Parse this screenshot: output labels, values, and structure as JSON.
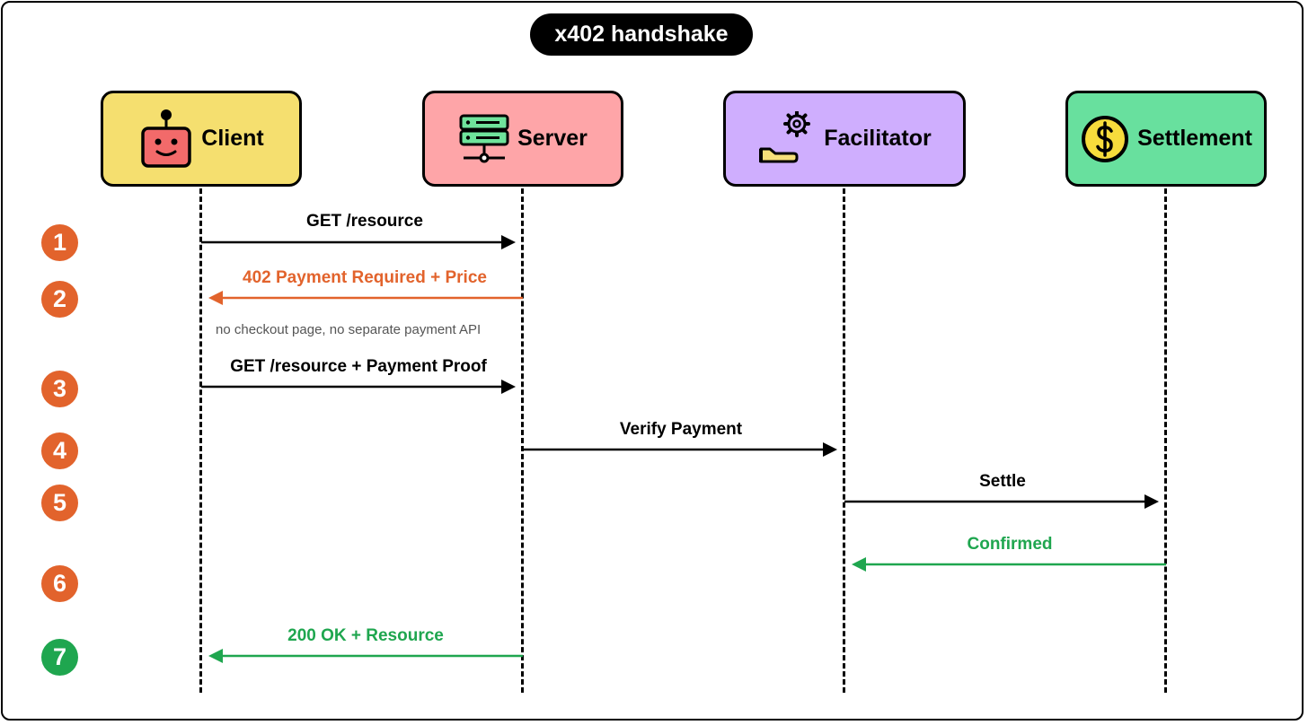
{
  "title": "x402 handshake",
  "actors": [
    {
      "label": "Client",
      "icon": "robot-icon",
      "color": "#f5df6f"
    },
    {
      "label": "Server",
      "icon": "server-icon",
      "color": "#fea5a8"
    },
    {
      "label": "Facilitator",
      "icon": "gear-hand-icon",
      "color": "#cfaefe"
    },
    {
      "label": "Settlement",
      "icon": "dollar-coin-icon",
      "color": "#68e09e"
    }
  ],
  "steps": [
    {
      "number": "1",
      "color": "#e2632c"
    },
    {
      "number": "2",
      "color": "#e2632c"
    },
    {
      "number": "3",
      "color": "#e2632c"
    },
    {
      "number": "4",
      "color": "#e2632c"
    },
    {
      "number": "5",
      "color": "#e2632c"
    },
    {
      "number": "6",
      "color": "#e2632c"
    },
    {
      "number": "7",
      "color": "#1fa64f"
    }
  ],
  "messages": [
    {
      "label": "GET /resource",
      "from": "Client",
      "to": "Server",
      "color": "#000000"
    },
    {
      "label": "402 Payment Required + Price",
      "from": "Server",
      "to": "Client",
      "color": "#e2632c"
    },
    {
      "label": "GET /resource + Payment Proof",
      "from": "Client",
      "to": "Server",
      "color": "#000000"
    },
    {
      "label": "Verify Payment",
      "from": "Server",
      "to": "Facilitator",
      "color": "#000000"
    },
    {
      "label": "Settle",
      "from": "Facilitator",
      "to": "Settlement",
      "color": "#000000"
    },
    {
      "label": "Confirmed",
      "from": "Settlement",
      "to": "Facilitator",
      "color": "#1fa64f"
    },
    {
      "label": "200 OK + Resource",
      "from": "Server",
      "to": "Client",
      "color": "#1fa64f"
    }
  ],
  "note": "no checkout page, no separate payment API"
}
